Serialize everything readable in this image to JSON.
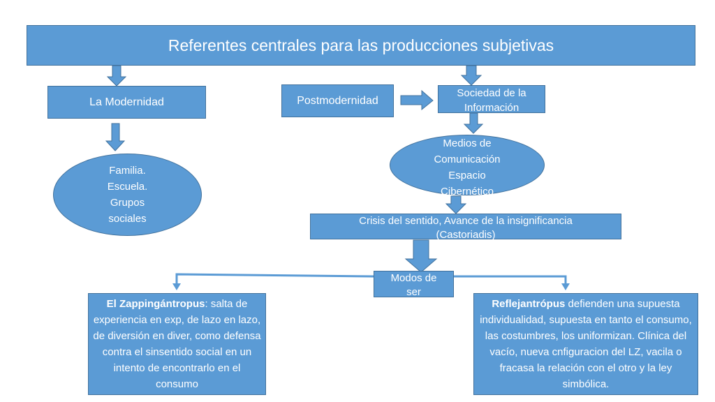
{
  "colors": {
    "fill": "#5b9bd5",
    "border": "#41719c",
    "text": "#ffffff",
    "background": "#ffffff"
  },
  "nodes": {
    "title": "Referentes centrales para las producciones subjetivas",
    "modernidad": "La Modernidad",
    "postmodernidad": "Postmodernidad",
    "sociedad": [
      "Sociedad de la",
      "Información"
    ],
    "familia": [
      "Familia.",
      "Escuela.",
      "Grupos",
      "sociales"
    ],
    "medios": [
      "Medios de",
      "Comunicación",
      "Espacio",
      "Cibernético"
    ],
    "crisis": [
      "Crisis del sentido, Avance de la insignificancia",
      "(Castoriadis)"
    ],
    "modos": [
      "Modos de",
      "ser"
    ],
    "zapping": {
      "bold": "El Zappingántropus",
      "text": ": salta de experiencia en exp, de lazo en lazo, de diversión en diver, como defensa contra el sinsentido social en un intento de encontrarlo en el consumo"
    },
    "reflejantropus": {
      "bold": "Reflejantrópus",
      "text": " defienden una supuesta individualidad, supuesta en tanto el consumo, las costumbres, los uniformizan. Clínica del vacío, nueva cnfiguracion del LZ, vacila o fracasa la relación con el otro y la ley simbólica."
    }
  }
}
